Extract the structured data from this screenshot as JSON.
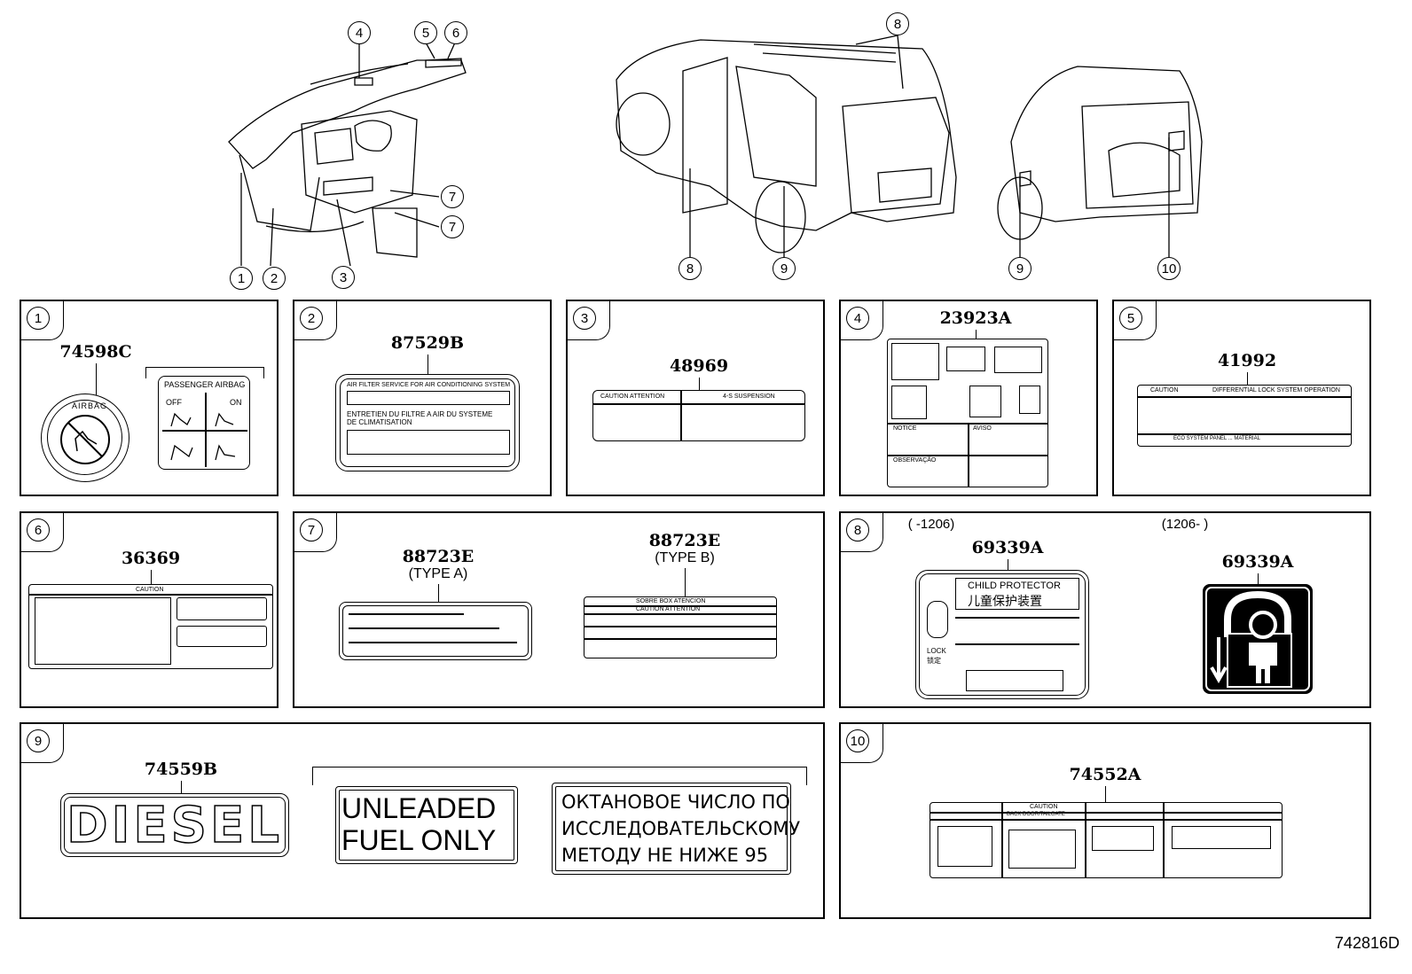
{
  "callouts": [
    "1",
    "2",
    "3",
    "4",
    "5",
    "6",
    "7",
    "8",
    "9",
    "10"
  ],
  "panels": {
    "p1": {
      "num": "1",
      "part": "74598C",
      "airbag_ring": "AIRBAG",
      "box_title": "PASSENGER AIRBAG",
      "off": "OFF",
      "on": "ON"
    },
    "p2": {
      "num": "2",
      "part": "87529B",
      "line1": "AIR FILTER SERVICE FOR AIR CONDITIONING SYSTEM",
      "line2": "ENTRETIEN DU FILTRE A AIR DU SYSTEME",
      "line3": "DE CLIMATISATION"
    },
    "p3": {
      "num": "3",
      "part": "48969",
      "head_left": "CAUTION  ATTENTION",
      "head_right": "4-S SUSPENSION"
    },
    "p4": {
      "num": "4",
      "part": "23923A",
      "notice": "NOTICE",
      "aviso": "AVISO",
      "observacao": "OBSERVAÇÃO"
    },
    "p5": {
      "num": "5",
      "part": "41992",
      "head_left": "CAUTION",
      "head_right": "DIFFERENTIAL LOCK SYSTEM OPERATION",
      "foot": "ECO SYSTEM PANEL ... MATERIAL"
    },
    "p6": {
      "num": "6",
      "part": "36369",
      "head": "CAUTION"
    },
    "p7": {
      "num": "7",
      "part_a": "88723E",
      "type_a": "(TYPE A)",
      "part_b": "88723E",
      "type_b": "(TYPE B)",
      "b_row1": "SOBRE BOX   ATENCION",
      "b_row2": "CAUTION   ATTENTION"
    },
    "p8": {
      "num": "8",
      "range_a": "(      -1206)",
      "range_b": "(1206-      )",
      "part_a": "69339A",
      "part_b": "69339A",
      "child_title": "CHILD PROTECTOR",
      "child_cn": "儿童保护装置",
      "lock": "LOCK",
      "lock_cn": "锁定"
    },
    "p9": {
      "num": "9",
      "part": "74559B",
      "diesel": "DIESEL",
      "unleaded": [
        "UNLEADED",
        "FUEL ONLY"
      ],
      "russian": [
        "ОКТАНОВОЕ ЧИСЛО ПО",
        "ИССЛЕДОВАТЕЛЬСКОМУ",
        "МЕТОДУ НЕ НИЖЕ 95"
      ]
    },
    "p10": {
      "num": "10",
      "part": "74552A",
      "caution": "CAUTION",
      "back_door": "BACK DOOR/TAILGATE"
    }
  },
  "diagram_id": "742816D"
}
